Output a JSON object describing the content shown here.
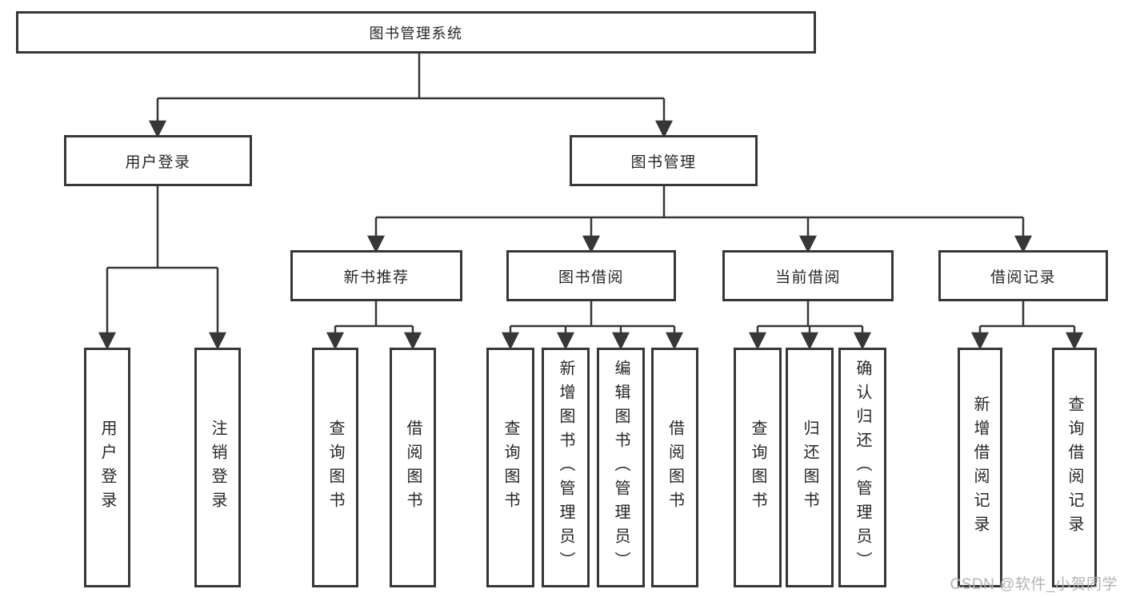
{
  "diagram": {
    "root": {
      "label": "图书管理系统"
    },
    "branches": [
      {
        "label": "用户登录",
        "leaves": [
          "用户登录",
          "注销登录"
        ]
      },
      {
        "label": "图书管理",
        "groups": [
          {
            "label": "新书推荐",
            "leaves": [
              "查询图书",
              "借阅图书"
            ]
          },
          {
            "label": "图书借阅",
            "leaves": [
              "查询图书",
              "新增图书（管理员）",
              "编辑图书（管理员）",
              "借阅图书"
            ]
          },
          {
            "label": "当前借阅",
            "leaves": [
              "查询图书",
              "归还图书",
              "确认归还（管理员）"
            ]
          },
          {
            "label": "借阅记录",
            "leaves": [
              "新增借阅记录",
              "查询借阅记录"
            ]
          }
        ]
      }
    ]
  },
  "watermark": "CSDN @软件_小贺同学"
}
